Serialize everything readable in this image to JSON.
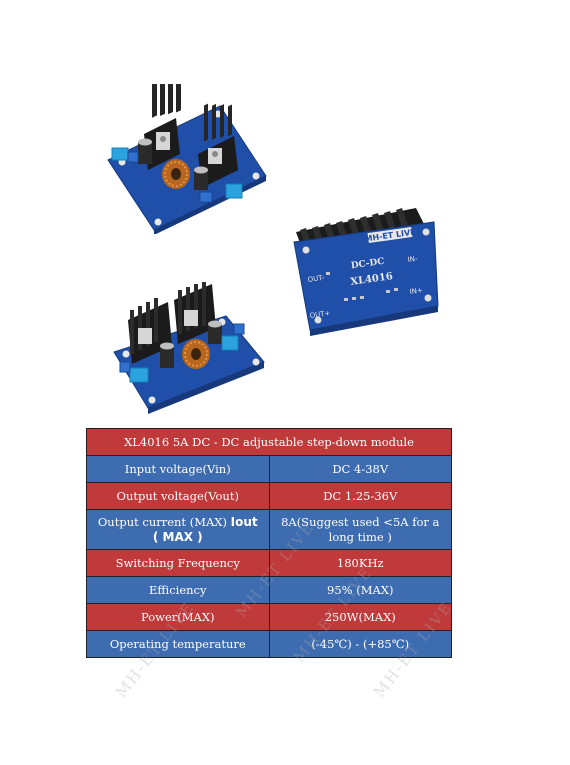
{
  "photo2_labels": {
    "brand": "MH-ET LIVE",
    "dcdc": "DC-DC",
    "model": "XL4016",
    "out_minus": "OUT-",
    "out_plus": "OUT+",
    "in_minus": "IN-",
    "in_plus": "IN+"
  },
  "spec_table": {
    "title": "XL4016  5A DC - DC adjustable step-down module",
    "rows": [
      {
        "label": "Input voltage(Vin)",
        "value": "DC 4-38V"
      },
      {
        "label": "Output voltage(Vout)",
        "value": "DC 1.25-36V"
      },
      {
        "label_a": "Output current (MAX)",
        "label_b": "Iout",
        "label_c": "( MAX )",
        "value": "8A(Suggest used <5A for a long time )"
      },
      {
        "label": "Switching Frequency",
        "value": "180KHz"
      },
      {
        "label": "Efficiency",
        "value": "95% (MAX)"
      },
      {
        "label": "Power(MAX)",
        "value": "250W(MAX)"
      },
      {
        "label": "Operating temperature",
        "value": "(-45℃) - (+85℃)"
      }
    ]
  },
  "watermark": "MH-ET LIVE",
  "colors": {
    "red_row": "#c0393b",
    "blue_row": "#3e6cb0",
    "pcb_blue": "#1f4fa8",
    "heatsink": "#1b1b1b",
    "inductor_copper": "#c9772b"
  }
}
